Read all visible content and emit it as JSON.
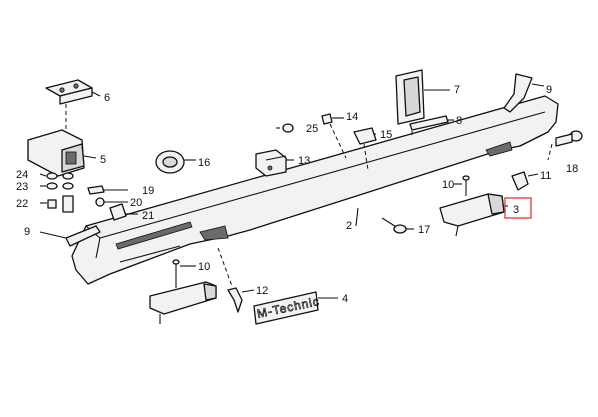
{
  "callouts": {
    "c2": "2",
    "c3": "3",
    "c4": "4",
    "c5": "5",
    "c6": "6",
    "c7": "7",
    "c8": "8",
    "c9a": "9",
    "c9b": "9",
    "c10a": "10",
    "c10b": "10",
    "c11": "11",
    "c12": "12",
    "c13": "13",
    "c14": "14",
    "c15": "15",
    "c16": "16",
    "c17": "17",
    "c18": "18",
    "c19": "19",
    "c20": "20",
    "c21": "21",
    "c22": "22",
    "c23": "23",
    "c24": "24",
    "c25": "25"
  },
  "emblem_text": "M-Technic",
  "highlighted_part": "3",
  "colors": {
    "highlight": "#e0463a",
    "line": "#111111"
  }
}
